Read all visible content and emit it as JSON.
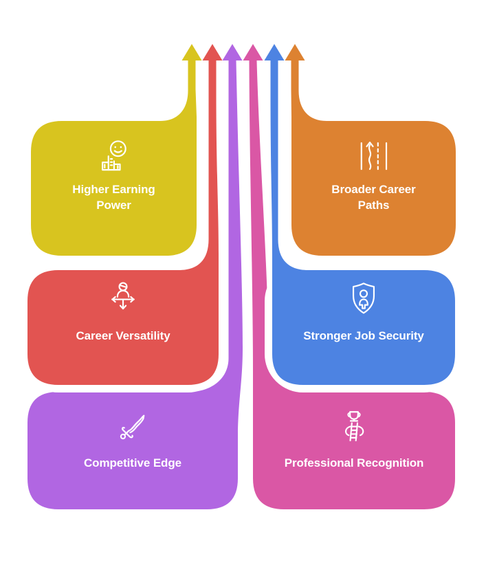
{
  "figure": {
    "kind": "benefits-infographic",
    "background": "#ffffff",
    "text_color": "#ffffff"
  },
  "blocks": [
    {
      "id": "higher-earning-power",
      "label": "Higher Earning Power",
      "color": "#d8c41f",
      "icon": "money-satisfaction-icon",
      "column": "left",
      "row": 1
    },
    {
      "id": "broader-career-paths",
      "label": "Broader Career Paths",
      "color": "#dd8231",
      "icon": "career-paths-icon",
      "column": "right",
      "row": 1
    },
    {
      "id": "career-versatility",
      "label": "Career Versatility",
      "color": "#e25451",
      "icon": "person-directions-icon",
      "column": "left",
      "row": 2
    },
    {
      "id": "stronger-job-security",
      "label": "Stronger Job Security",
      "color": "#4d83e2",
      "icon": "shield-person-icon",
      "column": "right",
      "row": 2
    },
    {
      "id": "competitive-edge",
      "label": "Competitive Edge",
      "color": "#b166e2",
      "icon": "sword-icon",
      "column": "left",
      "row": 3
    },
    {
      "id": "professional-recognition",
      "label": "Professional Recognition",
      "color": "#da57a5",
      "icon": "trophy-ladder-icon",
      "column": "right",
      "row": 3
    }
  ],
  "arrows": {
    "direction": "up",
    "order_left_to_right": [
      "higher-earning-power",
      "career-versatility",
      "competitive-edge",
      "professional-recognition",
      "stronger-job-security",
      "broader-career-paths"
    ]
  }
}
